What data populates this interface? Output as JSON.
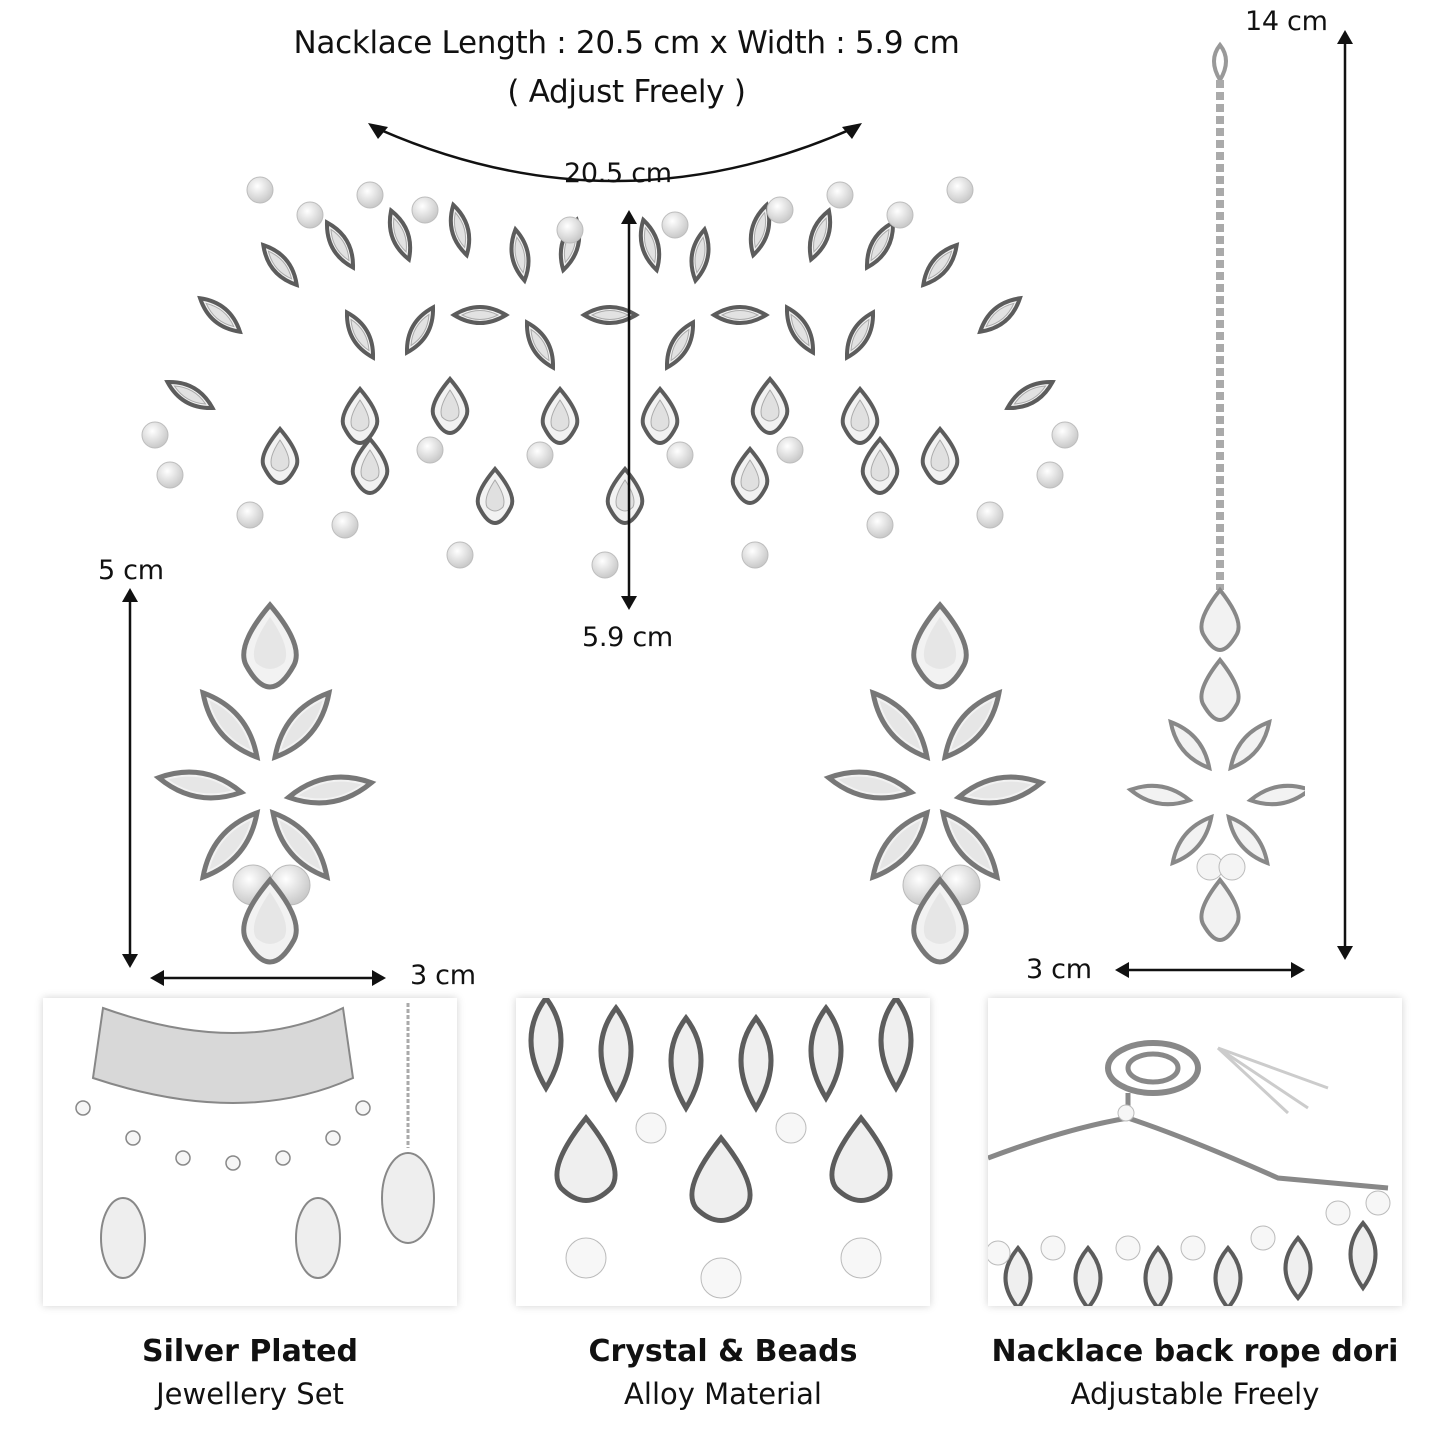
{
  "header": {
    "title_line1": "Nacklace Length : 20.5 cm x Width : 5.9 cm",
    "title_line2": "( Adjust Freely )"
  },
  "necklace": {
    "length_label": "20.5 cm",
    "width_label": "5.9 cm"
  },
  "earring": {
    "height_label": "5 cm",
    "width_label": "3 cm"
  },
  "maang_tikka": {
    "height_label": "14 cm",
    "width_label": "3 cm"
  },
  "features": [
    {
      "title": "Silver Plated",
      "subtitle": "Jewellery Set"
    },
    {
      "title": "Crystal & Beads",
      "subtitle": "Alloy Material"
    },
    {
      "title": "Nacklace back rope dori",
      "subtitle": "Adjustable Freely"
    }
  ],
  "colors": {
    "metal": "#8a8a8a",
    "metal_dark": "#5c5c5c",
    "crystal": "#f2f2f2",
    "pearl": "#f4f4f4",
    "arrow": "#111111"
  }
}
